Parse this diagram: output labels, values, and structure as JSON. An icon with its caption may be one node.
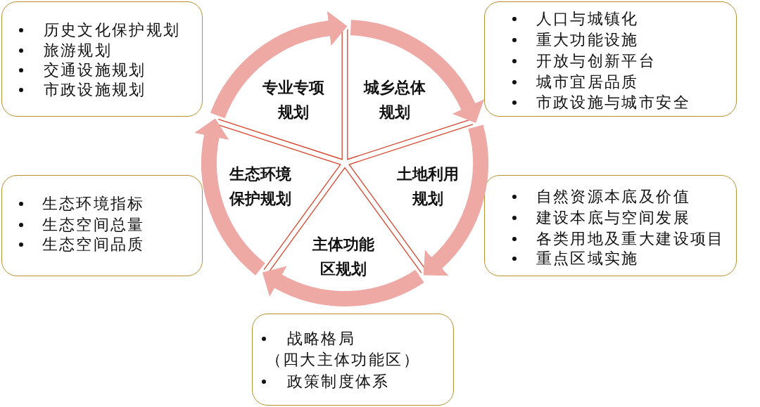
{
  "diagram": {
    "nodes": [
      {
        "text": [
          "专业专项规划"
        ]
      },
      {
        "text": [
          "城乡总体规划"
        ]
      },
      {
        "text": [
          "土地利用规划"
        ]
      },
      {
        "text": [
          "主体功能区规划"
        ]
      },
      {
        "text": [
          "生态环境保护规划"
        ]
      },
      {
        "text": [
          "历史文化保护规划",
          "旅游规划",
          "交通设施规划",
          "市政设施规划"
        ]
      },
      {
        "text": [
          "人口与城镇化",
          "重大功能设施",
          "开放与创新平台",
          "城市宜居品质",
          "市政设施与城市安全"
        ]
      },
      {
        "text": [
          "生态环境指标",
          "生态空间总量",
          "生态空间品质"
        ]
      },
      {
        "text": [
          "自然资源本底及价值",
          "建设本底与空间发展",
          "各类用地及重大建设项目",
          "重点区域实施"
        ]
      },
      {
        "text": [
          "战略格局（四大主体功能区）",
          "政策制度体系"
        ]
      }
    ],
    "edges": [
      {
        "from": 0,
        "to": 1,
        "arrow": "to"
      },
      {
        "from": 1,
        "to": 2,
        "arrow": "to"
      },
      {
        "from": 2,
        "to": 3,
        "arrow": "to"
      },
      {
        "from": 3,
        "to": 4,
        "arrow": "to"
      },
      {
        "from": 4,
        "to": 0,
        "arrow": "to"
      }
    ]
  }
}
